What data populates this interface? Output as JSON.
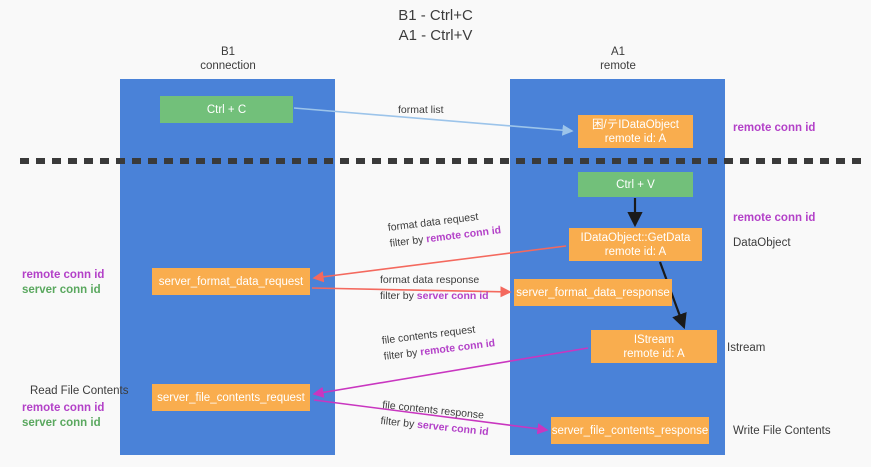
{
  "title": {
    "line1": "B1 - Ctrl+C",
    "line2": "A1 - Ctrl+V"
  },
  "columns": {
    "left": {
      "name": "B1",
      "role": "connection"
    },
    "right": {
      "name": "A1",
      "role": "remote"
    }
  },
  "colors": {
    "panel": "#4a82d8",
    "green_node": "#72c07a",
    "orange_node": "#f9ad4e",
    "purple_label": "#b341c8",
    "green_label": "#5aa85f",
    "red_arrow": "#f4695e",
    "magenta_arrow": "#c936c0",
    "blue_arrow": "#9cc4ea",
    "black_arrow": "#1a1a1a",
    "background": "#f9f9f9"
  },
  "nodes": {
    "ctrl_c": "Ctrl + C",
    "idataobject": {
      "line1": "困/テIDataObject",
      "line2": "remote id: A"
    },
    "ctrl_v": "Ctrl + V",
    "getdata": {
      "line1": "IDataObject::GetData",
      "line2": "remote id: A"
    },
    "server_format_data_request": "server_format_data_request",
    "server_format_data_response": "server_format_data_response",
    "istream": {
      "line1": "IStream",
      "line2": "remote id: A"
    },
    "server_file_contents_request": "server_file_contents_request",
    "server_file_contents_response": "server_file_contents_response"
  },
  "edge_labels": {
    "format_list": "format list",
    "format_data_request": {
      "main": "format data request",
      "filter_prefix": "filter by ",
      "filter_key": "remote conn id"
    },
    "format_data_response": {
      "main": "format data response",
      "filter_prefix": "filter by ",
      "filter_key": "server conn id"
    },
    "file_contents_request": {
      "main": "file contents request",
      "filter_prefix": "filter by ",
      "filter_key": "remote conn id"
    },
    "file_contents_response": {
      "main": "file contents response",
      "filter_prefix": "filter by ",
      "filter_key": "server conn id"
    }
  },
  "side_labels": {
    "right_remote_conn_id_top": "remote conn id",
    "right_remote_conn_id_mid": "remote conn id",
    "right_dataobject": "DataObject",
    "right_istream": "Istream",
    "right_write_file_contents": "Write File Contents",
    "left_remote_conn_id": "remote conn id",
    "left_server_conn_id": "server conn id",
    "left_read_file_contents": "Read File Contents",
    "left_remote_conn_id_2": "remote conn id",
    "left_server_conn_id_2": "server conn id"
  }
}
